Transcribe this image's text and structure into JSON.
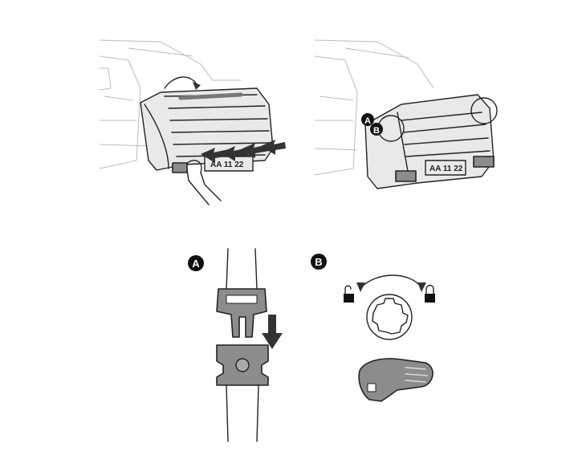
{
  "labels": {
    "a": "A",
    "b": "B"
  },
  "plate_text": "AA 11 22",
  "plate_text_partial": "AA 11 22",
  "panels": [
    "closing-lid-panel",
    "closed-box-panel",
    "buckle-detail-a",
    "lock-detail-b"
  ]
}
